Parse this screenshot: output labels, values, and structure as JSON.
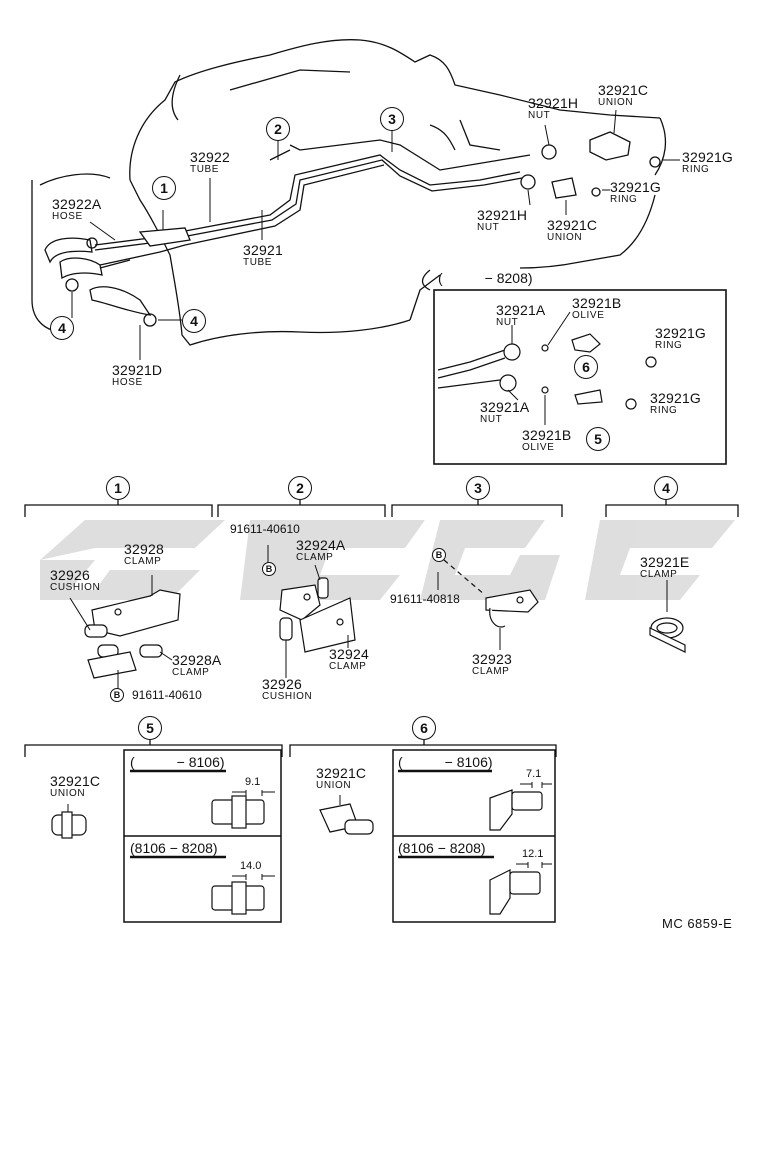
{
  "labels": {
    "tube_32922": {
      "pn": "32922",
      "name": "TUBE"
    },
    "tube_32921": {
      "pn": "32921",
      "name": "TUBE"
    },
    "hose_32922A": {
      "pn": "32922A",
      "name": "HOSE"
    },
    "hose_32921D": {
      "pn": "32921D",
      "name": "HOSE"
    },
    "nut_32921H_top": {
      "pn": "32921H",
      "name": "NUT"
    },
    "nut_32921H_low": {
      "pn": "32921H",
      "name": "NUT"
    },
    "union_32921C_top": {
      "pn": "32921C",
      "name": "UNION"
    },
    "union_32921C_low": {
      "pn": "32921C",
      "name": "UNION"
    },
    "ring_32921G_1": {
      "pn": "32921G",
      "name": "RING"
    },
    "ring_32921G_2": {
      "pn": "32921G",
      "name": "RING"
    },
    "nut_32921A_1": {
      "pn": "32921A",
      "name": "NUT"
    },
    "olive_32921B_1": {
      "pn": "32921B",
      "name": "OLIVE"
    },
    "ring_32921G_3": {
      "pn": "32921G",
      "name": "RING"
    },
    "nut_32921A_2": {
      "pn": "32921A",
      "name": "NUT"
    },
    "ring_32921G_4": {
      "pn": "32921G",
      "name": "RING"
    },
    "olive_32921B_2": {
      "pn": "32921B",
      "name": "OLIVE"
    },
    "clamp_32928": {
      "pn": "32928",
      "name": "CLAMP"
    },
    "cushion_32926_1": {
      "pn": "32926",
      "name": "CUSHION"
    },
    "clamp_32928A": {
      "pn": "32928A",
      "name": "CLAMP"
    },
    "clamp_32924A": {
      "pn": "32924A",
      "name": "CLAMP"
    },
    "clamp_32924": {
      "pn": "32924",
      "name": "CLAMP"
    },
    "cushion_32926_2": {
      "pn": "32926",
      "name": "CUSHION"
    },
    "clamp_32923": {
      "pn": "32923",
      "name": "CLAMP"
    },
    "clamp_32921E": {
      "pn": "32921E",
      "name": "CLAMP"
    },
    "union_32921C_5": {
      "pn": "32921C",
      "name": "UNION"
    },
    "union_32921C_6": {
      "pn": "32921C",
      "name": "UNION"
    }
  },
  "bolts": {
    "b1": "91611-40610",
    "b2": "91611-40610",
    "b3": "91611-40818",
    "mark": "B"
  },
  "inset_range": "(   − 8208)",
  "callouts": {
    "c1": "1",
    "c2": "2",
    "c3": "3",
    "c4": "4",
    "c5": "5",
    "c6": "6"
  },
  "subpanels": {
    "p5_top_range": "(   − 8106)",
    "p5_bot_range": "(8106 − 8208)",
    "p6_top_range": "(   − 8106)",
    "p6_bot_range": "(8106 − 8208)",
    "dim_5_top": "9.1",
    "dim_5_bot": "14.0",
    "dim_6_top": "7.1",
    "dim_6_bot": "12.1"
  },
  "ref_code": "MC  6859-E",
  "colors": {
    "ink": "#111111",
    "watermark": "#d9d9d9",
    "paper": "#ffffff"
  }
}
